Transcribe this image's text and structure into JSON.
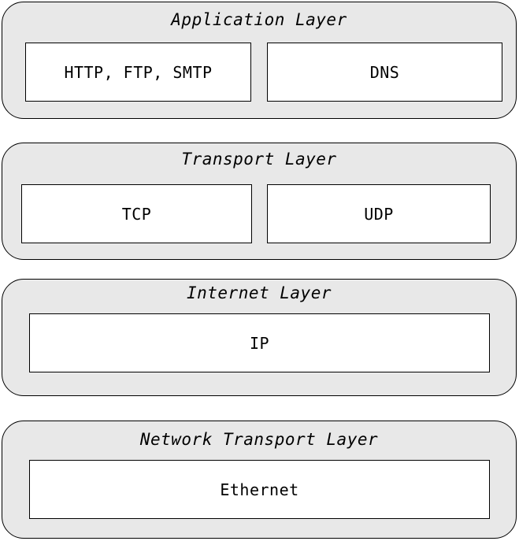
{
  "layers": [
    {
      "title": "Application Layer",
      "protocols": [
        "HTTP, FTP, SMTP",
        "DNS"
      ]
    },
    {
      "title": "Transport Layer",
      "protocols": [
        "TCP",
        "UDP"
      ]
    },
    {
      "title": "Internet Layer",
      "protocols": [
        "IP"
      ]
    },
    {
      "title": "Network Transport Layer",
      "protocols": [
        "Ethernet"
      ]
    }
  ],
  "colors": {
    "layer_fill": "#e8e8e8",
    "box_fill": "#ffffff",
    "stroke": "#000000"
  }
}
